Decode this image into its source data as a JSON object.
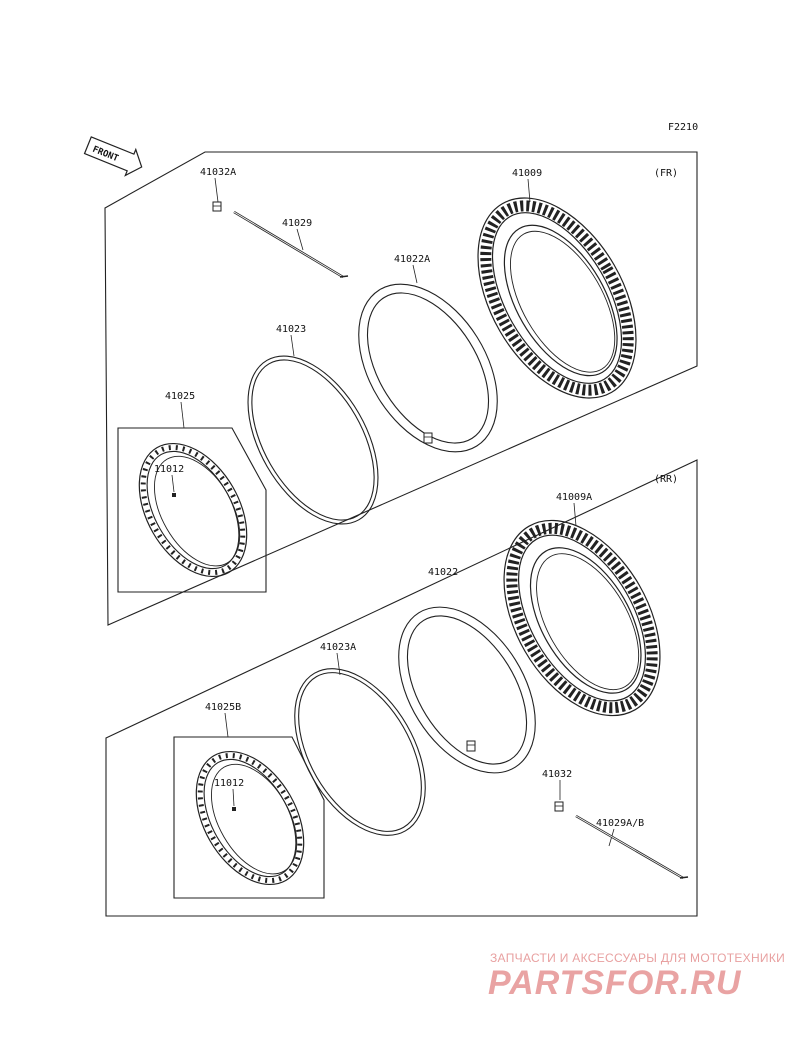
{
  "figure_code": "F2210",
  "front_label": "FRONT",
  "groups": {
    "front": {
      "label": "(FR)",
      "parts": {
        "nipple": "41032A",
        "spoke": "41029",
        "tube": "41022A",
        "tire": "41009",
        "rim_band": "41023",
        "rim": "41025",
        "nut": "11012"
      }
    },
    "rear": {
      "label": "(RR)",
      "parts": {
        "tire": "41009A",
        "tube": "41022",
        "rim_band": "41023A",
        "rim": "41025B",
        "nut": "11012",
        "nipple": "41032",
        "spoke": "41029A/B"
      }
    }
  },
  "watermark": {
    "tagline": "ЗАПЧАСТИ И АКСЕССУАРЫ ДЛЯ МОТОТЕХНИКИ",
    "brand": "PARTSFOR.RU"
  }
}
